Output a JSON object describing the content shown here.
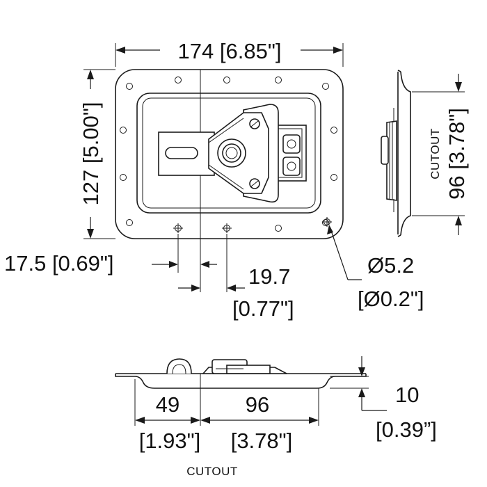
{
  "dimensions": {
    "width_top": "174 [6.85\"]",
    "height_left": "127 [5.00\"]",
    "offset_17_5": "17.5 [0.69\"]",
    "offset_19_7_a": "19.7",
    "offset_19_7_b": "[0.77\"]",
    "hole_dia_a": "Ø5.2",
    "hole_dia_b": "[Ø0.2\"]",
    "cutout_side": "96 [3.78\"]",
    "cutout_side_label": "CUTOUT",
    "depth_a": "10",
    "depth_b": "[0.39”]",
    "bottom_49": "49",
    "bottom_49_in": "[1.93\"]",
    "bottom_96": "96",
    "bottom_96_in": "[3.78\"]",
    "cutout_bottom_label": "CUTOUT"
  },
  "colors": {
    "line": "#1a1a1a",
    "background": "#ffffff"
  }
}
